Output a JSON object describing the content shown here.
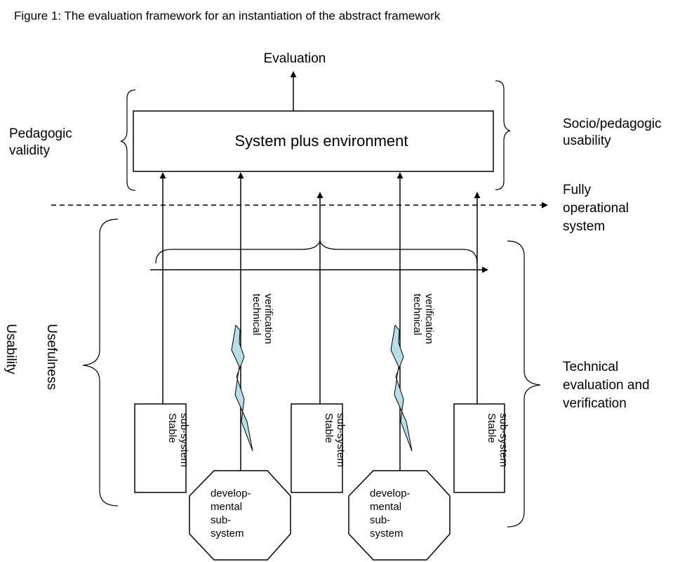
{
  "figure": {
    "caption": "Figure 1: The evaluation framework for an instantiation of the abstract framework",
    "top_label": "Evaluation",
    "main_box_label": "System plus environment",
    "left_labels": {
      "pedagogic_validity": [
        "Pedagogic",
        "validity"
      ],
      "usefulness": "Usefulness",
      "usability": "Usability"
    },
    "right_labels": {
      "socio_pedagogic_usability": [
        "Socio/pedagogic",
        "usability"
      ],
      "fully_operational_system": [
        "Fully",
        "operational",
        "system"
      ],
      "technical_evaluation": [
        "Technical",
        "evaluation and",
        "verification"
      ]
    },
    "stable_subsystem": [
      "Stable",
      "sub-system"
    ],
    "developmental_subsystem": [
      "develop-",
      "mental",
      "sub-",
      "system"
    ],
    "technical_verification": [
      "technical",
      "verification"
    ],
    "colors": {
      "bolt_fill": "#b7dde6",
      "line": "#000000",
      "background": "#ffffff"
    }
  }
}
